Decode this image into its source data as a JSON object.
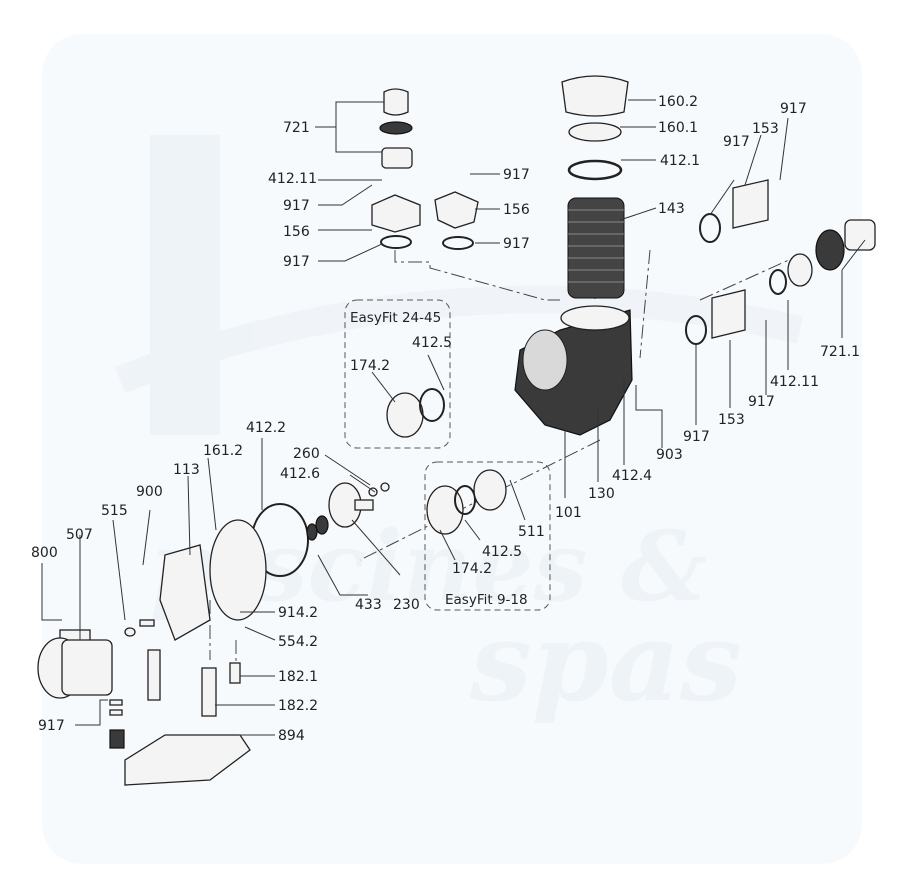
{
  "watermark": {
    "line1": "piscines &",
    "line2": "spas"
  },
  "groups": [
    {
      "key": "g1",
      "label": "EasyFit 24-45"
    },
    {
      "key": "g2",
      "label": "EasyFit 9-18"
    }
  ],
  "labels": [
    "721",
    "412.11",
    "917",
    "156",
    "917",
    "917",
    "156",
    "917",
    "160.2",
    "160.1",
    "412.1",
    "143",
    "917",
    "153",
    "917",
    "721.1",
    "412.11",
    "917",
    "153",
    "917",
    "903",
    "412.4",
    "130",
    "101",
    "412.5",
    "174.2",
    "511",
    "412.5",
    "174.2",
    "412.2",
    "260",
    "412.6",
    "230",
    "433",
    "161.2",
    "113",
    "900",
    "515",
    "507",
    "800",
    "914.2",
    "554.2",
    "182.1",
    "182.2",
    "894",
    "917"
  ]
}
